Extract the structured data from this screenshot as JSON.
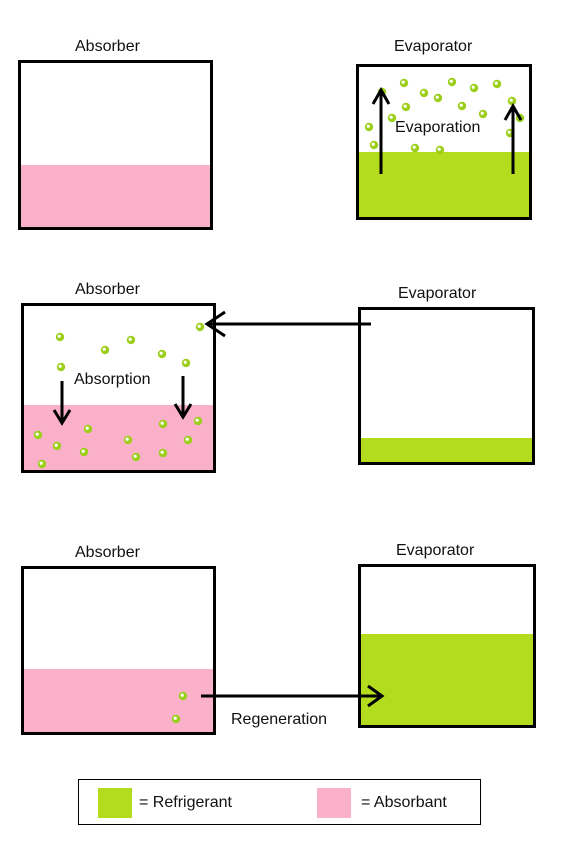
{
  "rows": [
    {
      "absorber_title": "Absorber",
      "evaporator_title": "Evaporator",
      "process_label": "Evaporation"
    },
    {
      "absorber_title": "Absorber",
      "evaporator_title": "Evaporator",
      "process_label": "Absorption"
    },
    {
      "absorber_title": "Absorber",
      "evaporator_title": "Evaporator",
      "process_label": "Regeneration"
    }
  ],
  "legend": {
    "refrigerant_label": "= Refrigerant",
    "absorbant_label": "= Absorbant"
  },
  "colors": {
    "refrigerant": "#b3dc1e",
    "absorbant": "#f9b0c8"
  }
}
